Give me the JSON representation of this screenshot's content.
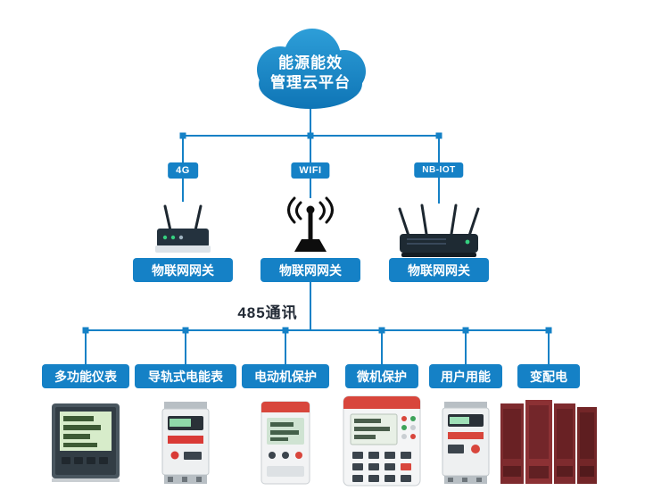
{
  "colors": {
    "primary_blue": "#1581c6",
    "dark_text": "#222a35",
    "background": "#ffffff"
  },
  "cloud": {
    "title_line1": "能源能效",
    "title_line2": "管理云平台"
  },
  "network_links": [
    {
      "badge": "4G",
      "gateway_label": "物联网网关"
    },
    {
      "badge": "WIFI",
      "gateway_label": "物联网网关"
    },
    {
      "badge": "NB-IOT",
      "gateway_label": "物联网网关"
    }
  ],
  "bus": {
    "label": "485通讯"
  },
  "devices": [
    {
      "label": "多功能仪表"
    },
    {
      "label": "导轨式电能表"
    },
    {
      "label": "电动机保护"
    },
    {
      "label": "微机保护"
    },
    {
      "label": "用户用能"
    },
    {
      "label": "变配电"
    }
  ]
}
